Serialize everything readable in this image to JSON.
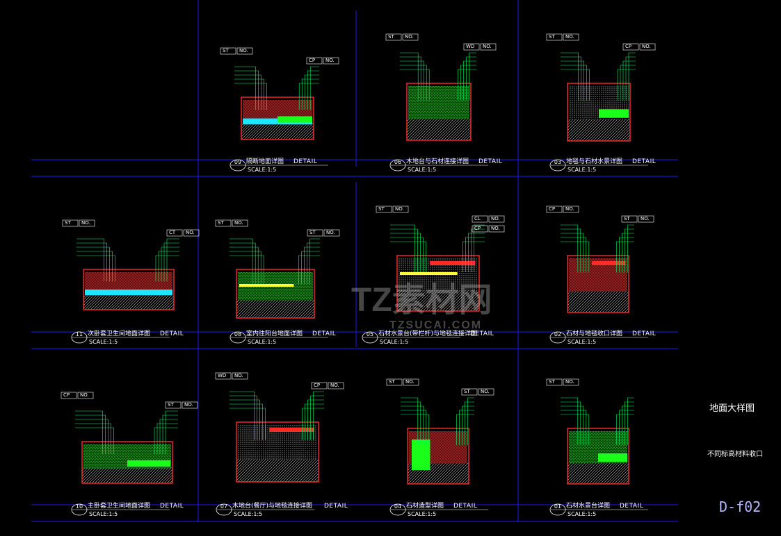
{
  "sheet": {
    "title": "地面大样图",
    "subtitle": "不同标高材料收口",
    "code": "D-f02"
  },
  "details": [
    {
      "num": "09",
      "title": "隔断地面详图",
      "detail": "DETAIL",
      "scale": "SCALE:1:5",
      "tags": [
        "ST",
        "NO.",
        "CP",
        "NO."
      ]
    },
    {
      "num": "06",
      "title": "木地台与石材连接详图",
      "detail": "DETAIL",
      "scale": "SCALE:1:5",
      "tags": [
        "ST",
        "NO.",
        "WD",
        "NO."
      ]
    },
    {
      "num": "03",
      "title": "地毯与石材水景详图",
      "detail": "DETAIL",
      "scale": "SCALE:1:5",
      "tags": [
        "ST",
        "NO.",
        "CP",
        "NO."
      ]
    },
    {
      "num": "11",
      "title": "次卧套卫生间地面详图",
      "detail": "DETAIL",
      "scale": "SCALE:1:5",
      "tags": [
        "ST",
        "NO.",
        "CT",
        "NO."
      ]
    },
    {
      "num": "08",
      "title": "室内往阳台地面详图",
      "detail": "DETAIL",
      "scale": "SCALE:1:5",
      "tags": [
        "ST",
        "NO.",
        "ST",
        "NO."
      ]
    },
    {
      "num": "05",
      "title": "石材水景台(带栏杆)与地毯连接详图",
      "detail": "DETAIL",
      "scale": "SCALE:1:5",
      "tags": [
        "ST",
        "NO.",
        "CL",
        "NO.",
        "CP",
        "NO."
      ]
    },
    {
      "num": "02",
      "title": "石材与地毯收口详图",
      "detail": "DETAIL",
      "scale": "SCALE:1:5",
      "tags": [
        "CP",
        "NO.",
        "ST",
        "NO."
      ]
    },
    {
      "num": "10",
      "title": "主卧套卫生间地面详图",
      "detail": "DETAIL",
      "scale": "SCALE:1:5",
      "tags": [
        "CP",
        "NO.",
        "ST",
        "NO."
      ]
    },
    {
      "num": "07",
      "title": "木地台(餐厅)与地毯连接详图",
      "detail": "DETAIL",
      "scale": "SCALE:1:5",
      "tags": [
        "WD",
        "NO.",
        "CP",
        "NO."
      ]
    },
    {
      "num": "04",
      "title": "石材造型详图",
      "detail": "DETAIL",
      "scale": "SCALE:1:5",
      "tags": [
        "ST",
        "NO.",
        "ST",
        "NO."
      ]
    },
    {
      "num": "01",
      "title": "石材水景台详图",
      "detail": "DETAIL",
      "scale": "SCALE:1:5",
      "tags": [
        "ST",
        "NO."
      ]
    }
  ],
  "watermark": {
    "logo": "TZ素材网",
    "url": "TZSUCAI.COM"
  },
  "colors": {
    "frame_line": "#1a1aff",
    "section_outline": "#ff2a2a",
    "carpet": "#19ff19",
    "water": "#1ee6ff",
    "leader": "#00ff66",
    "stone": "#c03030"
  }
}
